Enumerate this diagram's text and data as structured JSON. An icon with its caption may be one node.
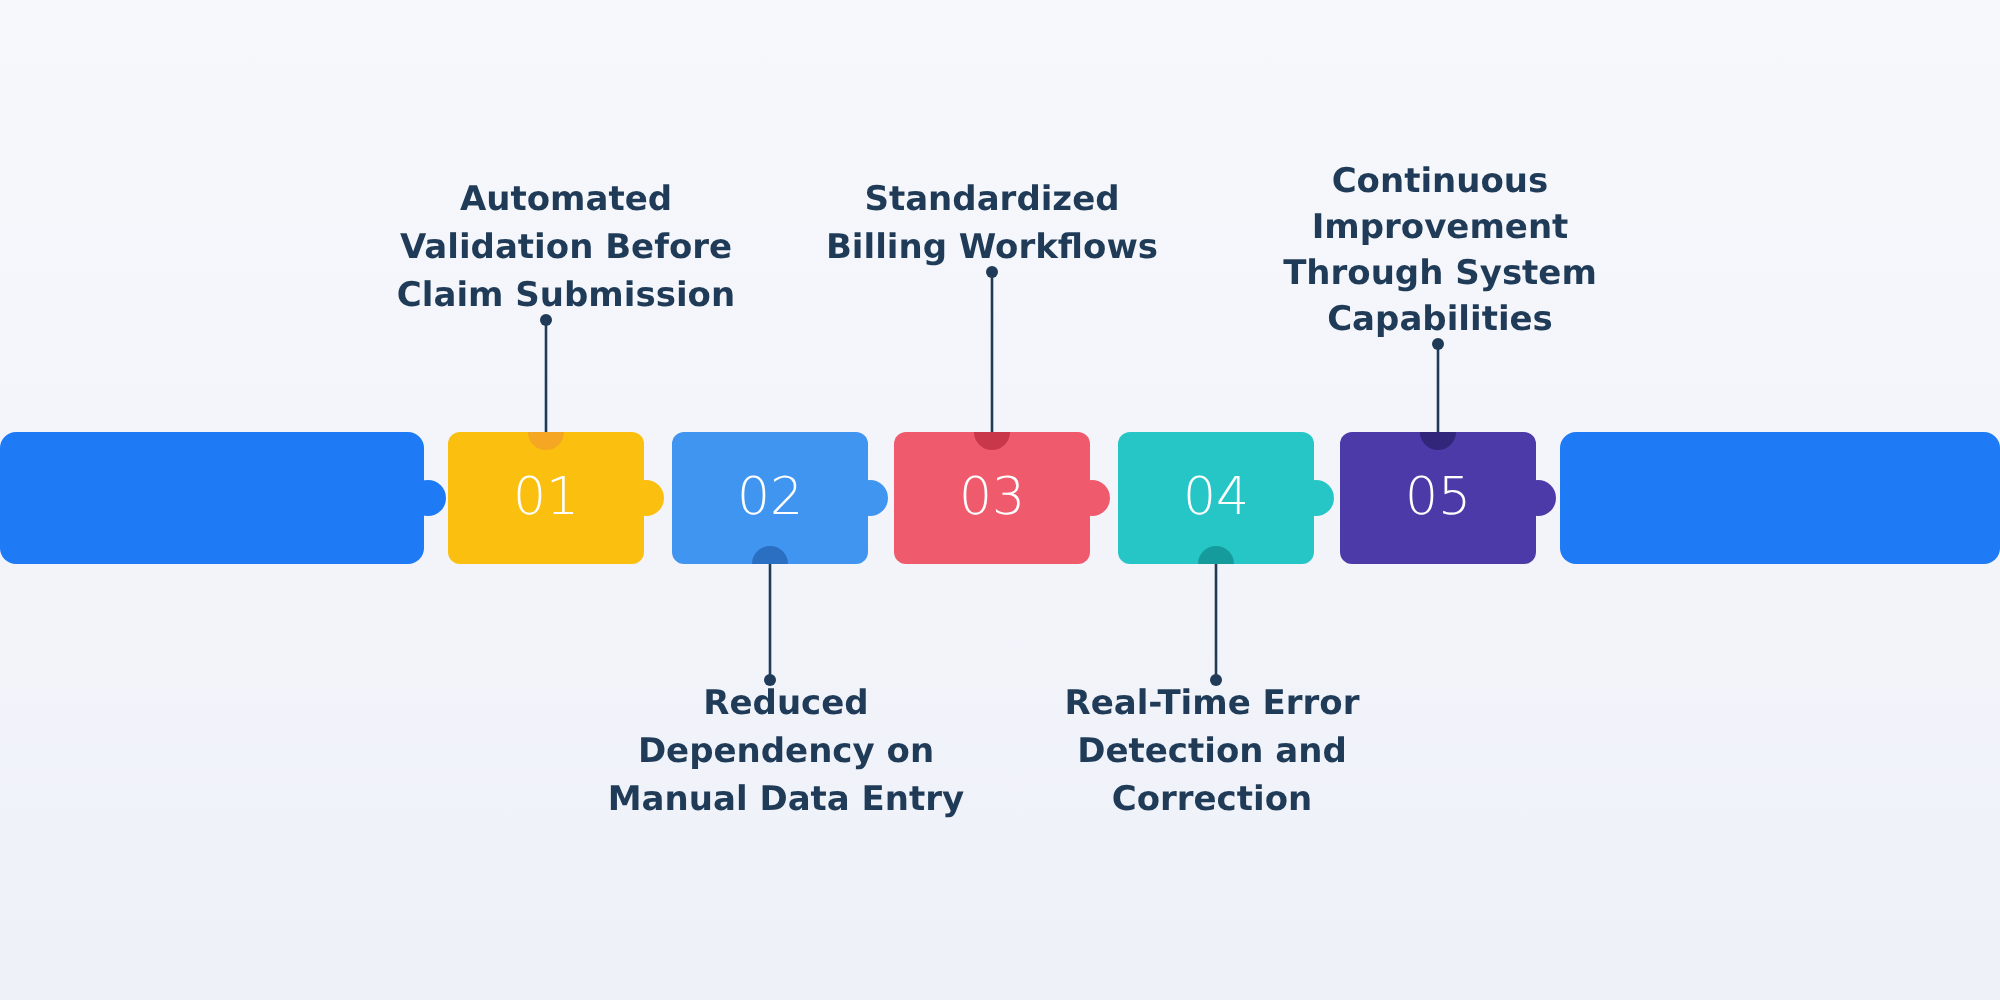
{
  "diagram": {
    "nodes": [
      {
        "text": [
          "Automated Validation Before Claim Submission"
        ]
      },
      {
        "text": [
          "Standardized Billing Workflows"
        ]
      },
      {
        "text": [
          "Continuous Improvement Through System Capabilities"
        ]
      },
      {
        "text": [
          "01"
        ]
      },
      {
        "text": [
          "02"
        ]
      },
      {
        "text": [
          "03"
        ]
      },
      {
        "text": [
          "04"
        ]
      },
      {
        "text": [
          "05"
        ]
      },
      {
        "text": [
          "Reduced Dependency on Manual Data Entry"
        ]
      },
      {
        "text": [
          "Real-Time Error Detection and Correction"
        ]
      },
      {
        "text": [],
        "shape": "bar"
      },
      {
        "text": [],
        "shape": "bar"
      }
    ],
    "edges": [
      {
        "from": 0,
        "to": 3,
        "arrow": "other"
      },
      {
        "from": 8,
        "to": 4,
        "arrow": "other"
      },
      {
        "from": 1,
        "to": 5,
        "arrow": "other"
      },
      {
        "from": 9,
        "to": 6,
        "arrow": "other"
      },
      {
        "from": 2,
        "to": 7,
        "arrow": "other"
      }
    ]
  }
}
